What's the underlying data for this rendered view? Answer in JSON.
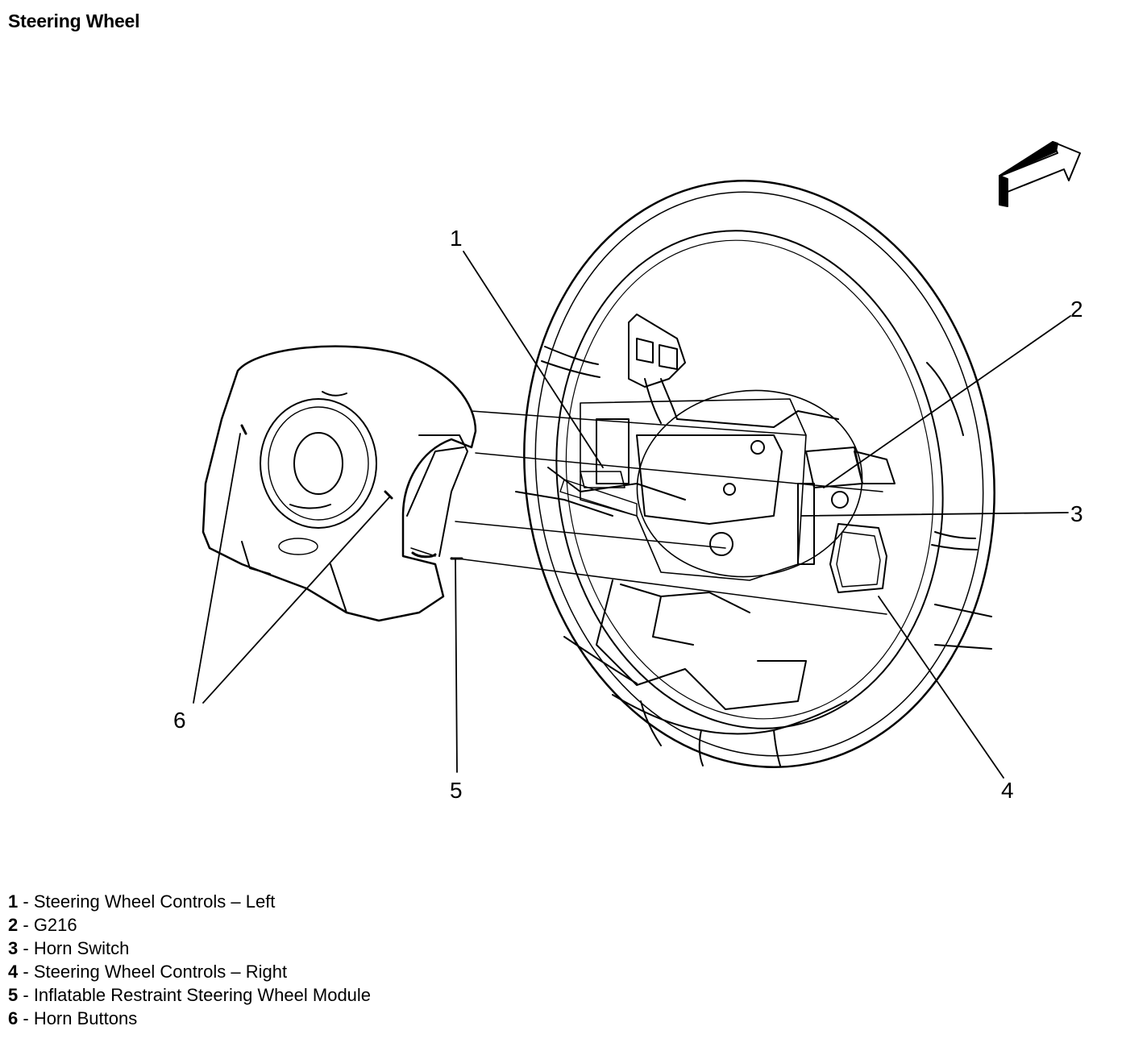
{
  "title": "Steering Wheel",
  "callouts": [
    {
      "num": "1",
      "label": "Steering Wheel Controls – Left"
    },
    {
      "num": "2",
      "label": "G216"
    },
    {
      "num": "3",
      "label": "Horn Switch"
    },
    {
      "num": "4",
      "label": "Steering Wheel Controls – Right"
    },
    {
      "num": "5",
      "label": "Inflatable Restraint Steering Wheel Module"
    },
    {
      "num": "6",
      "label": "Horn Buttons"
    }
  ],
  "legend_separator": " - ",
  "icons": {
    "direction": "direction-arrow-icon"
  }
}
